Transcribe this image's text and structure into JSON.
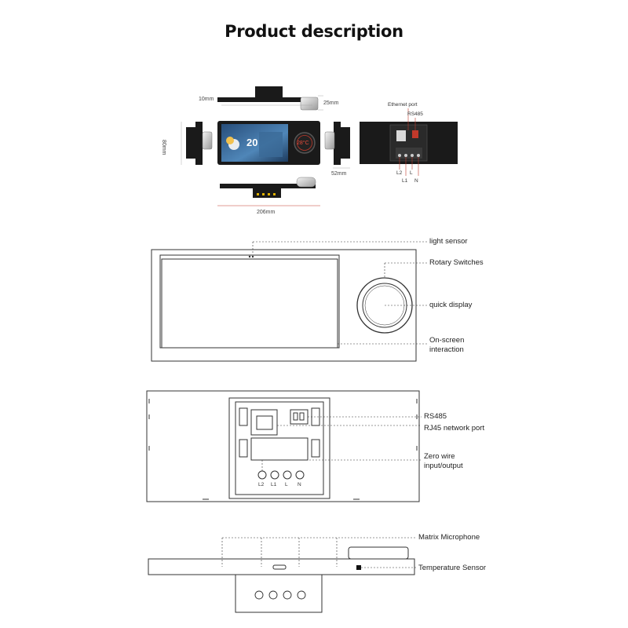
{
  "page": {
    "title": "Product description"
  },
  "top_views": {
    "dim_10mm": "10mm",
    "dim_25mm": "25mm",
    "dim_80mm": "80mm",
    "dim_52mm": "52mm",
    "dim_206mm": "206mm",
    "screen_temperature": "20",
    "knob_reading": "28°C",
    "ethernet_port": "Ethernet port",
    "rs485": "RS485",
    "terminal_l2": "L2",
    "terminal_l": "L",
    "terminal_l1": "L1",
    "terminal_n": "N"
  },
  "front_view": {
    "light_sensor": "light sensor",
    "rotary_switches": "Rotary Switches",
    "quick_display": "quick display",
    "on_screen_line1": "On-screen",
    "on_screen_line2": "interaction"
  },
  "back_view": {
    "rs485": "RS485",
    "rj45": "RJ45 network port",
    "zero_wire_line1": "Zero wire",
    "zero_wire_line2": "input/output",
    "terminals": [
      "L2",
      "L1",
      "L",
      "N"
    ]
  },
  "bottom_view": {
    "matrix_microphone": "Matrix Microphone",
    "temperature_sensor": "Temperature Sensor"
  },
  "colors": {
    "line": "#333333",
    "dark": "#1a1a1a",
    "accent_red": "#c0392b",
    "screen_blue": "#2f6fa8"
  }
}
